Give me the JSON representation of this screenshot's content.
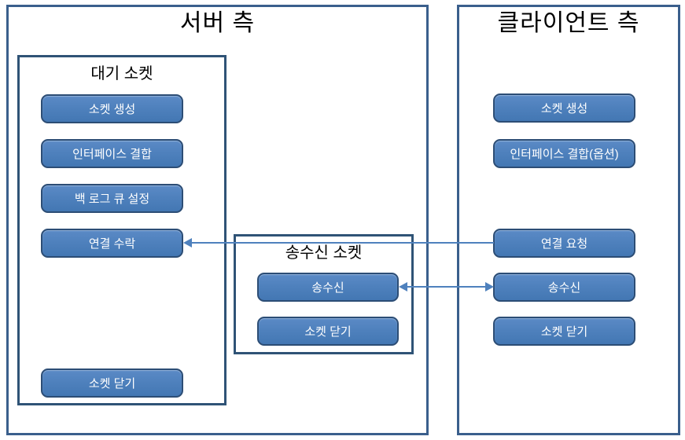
{
  "diagram": {
    "server": {
      "title": "서버 측",
      "listen_box": {
        "title": "대기 소켓",
        "steps": [
          "소켓 생성",
          "인터페이스 결합",
          "백 로그 큐 설정",
          "연결 수락",
          "소켓 닫기"
        ]
      },
      "sr_box": {
        "title": "송수신 소켓",
        "steps": [
          "송수신",
          "소켓 닫기"
        ]
      }
    },
    "client": {
      "title": "클라이언트 측",
      "steps": [
        "소켓 생성",
        "인터페이스 결합(옵션)",
        "연결 요청",
        "송수신",
        "소켓 닫기"
      ]
    },
    "arrows": [
      {
        "name": "connect-request",
        "from": "client 연결 요청",
        "to": "server 연결 수락",
        "direction": "left"
      },
      {
        "name": "send-receive",
        "from": "server 송수신",
        "to": "client 송수신",
        "direction": "both"
      }
    ],
    "colors": {
      "background": "#ffffff",
      "frame_border": "#3a5f8c",
      "inner_frame_border": "#2f5376",
      "node_fill": "#4f81bd",
      "node_border": "#2c4d75",
      "node_text": "#ffffff",
      "title_text": "#000000",
      "arrow": "#4f81bd"
    }
  }
}
